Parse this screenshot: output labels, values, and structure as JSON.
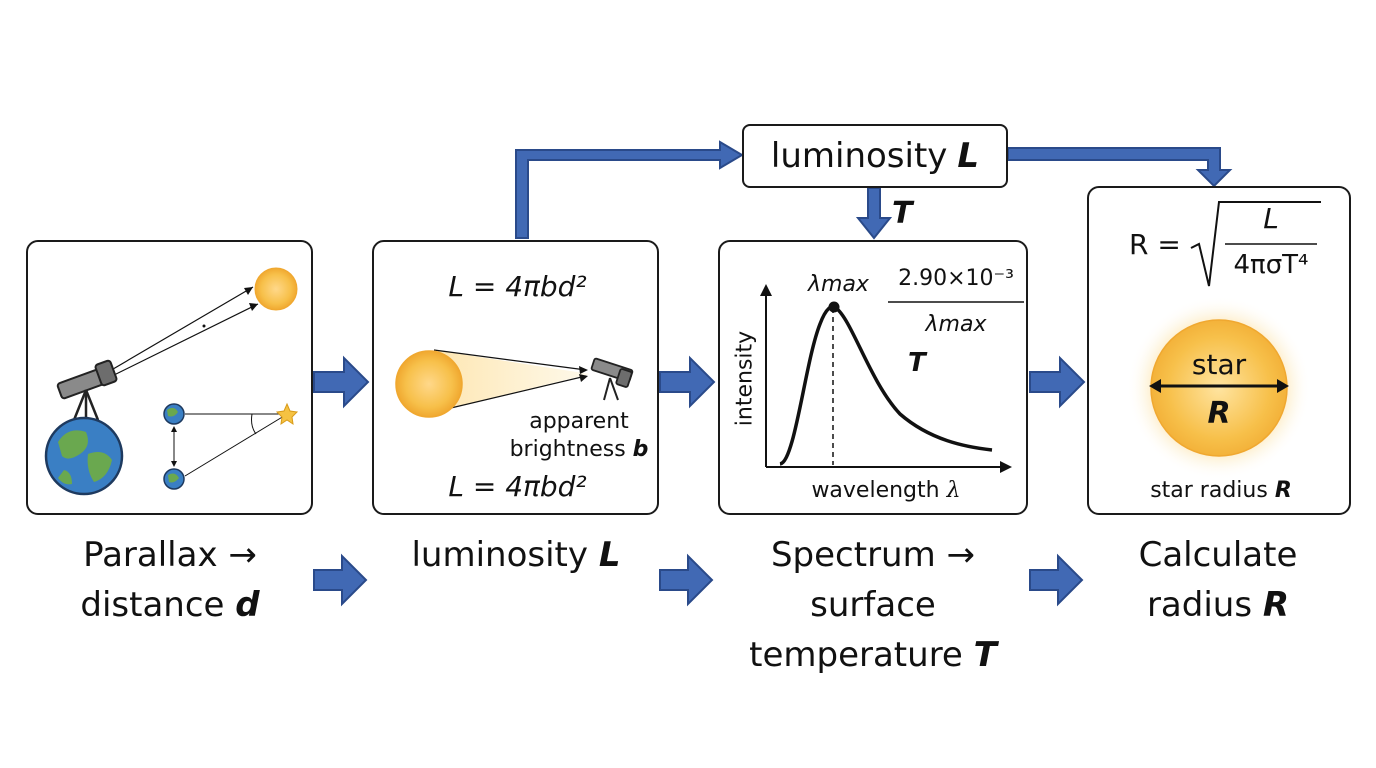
{
  "lum_box": {
    "label": "luminosity",
    "symbol": "L"
  },
  "t_label": "T",
  "panel1": {
    "caption_line1": "Parallax →",
    "caption_line2_text": "distance",
    "caption_line2_symbol": "d"
  },
  "panel2": {
    "formula_top": "L = 4πbd²",
    "formula_bottom": "L = 4πbd²",
    "brightness_line1": "apparent",
    "brightness_line2": "brightness",
    "brightness_symbol": "b",
    "caption_text": "luminosity",
    "caption_symbol": "L"
  },
  "panel3": {
    "y_axis_label": "intensity",
    "x_axis_label": "wavelength",
    "x_axis_symbol": "λ",
    "peak_label": "λmax",
    "frac_numerator": "2.90×10⁻³",
    "frac_denominator": "λmax",
    "frac_symbol": "T",
    "caption_line1": "Spectrum →",
    "caption_line2": "surface",
    "caption_line3_text": "temperature",
    "caption_line3_symbol": "T"
  },
  "panel4": {
    "formula_lhs": "R =",
    "formula_num": "L",
    "formula_den": "4πσT⁴",
    "star_label": "star",
    "star_symbol": "R",
    "radius_text": "star radius",
    "radius_symbol": "R",
    "caption_line1": "Calculate",
    "caption_line2_text": "radius",
    "caption_line2_symbol": "R"
  },
  "colors": {
    "arrow_fill": "#4169b4",
    "arrow_stroke": "#2a4a8a",
    "sun": "#f7c04a",
    "earth_water": "#3a7fc4",
    "earth_land": "#6aa84f",
    "star_icon": "#f5c242"
  }
}
